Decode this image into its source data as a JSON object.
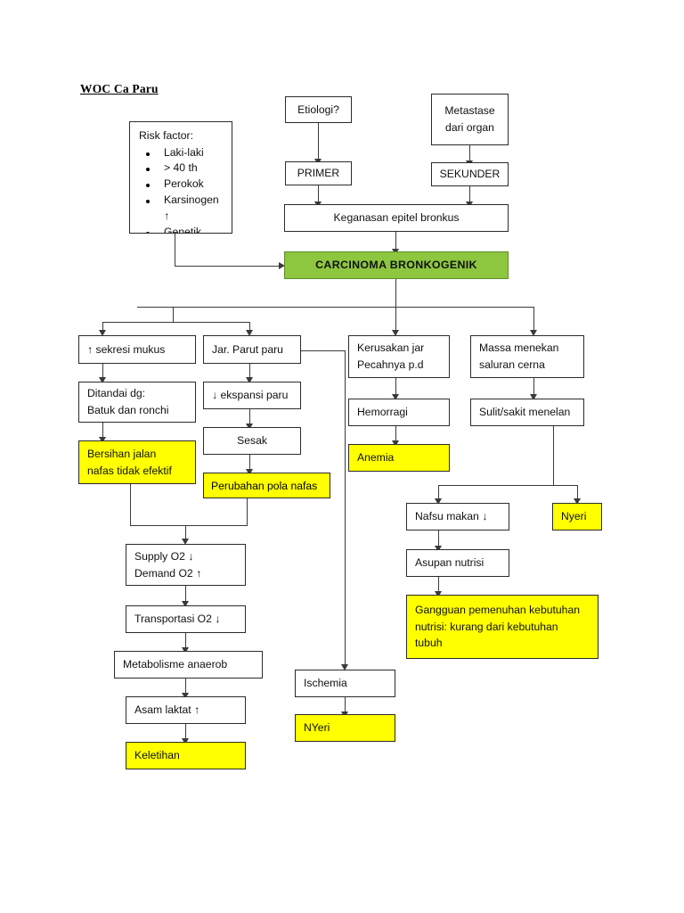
{
  "document": {
    "title": "WOC Ca Paru"
  },
  "colors": {
    "highlight_yellow": "#FFFF00",
    "primary_green": "#8DC63F",
    "box_border": "#2b2b2b",
    "connector": "#3a3a3a",
    "background": "#FFFFFF"
  },
  "risk_factor": {
    "heading": "Risk factor:",
    "items": [
      "Laki-laki",
      "> 40 th",
      "Perokok",
      "Karsinogen",
      "↑",
      "Genetik"
    ]
  },
  "nodes": {
    "etiologi": "Etiologi?",
    "primer": "PRIMER",
    "metastase_l1": "Metastase",
    "metastase_l2": "dari organ",
    "sekunder": "SEKUNDER",
    "keganasan": "Keganasan epitel bronkus",
    "carcinoma": "CARCINOMA BRONKOGENIK",
    "sekresi_mukus": "↑ sekresi mukus",
    "ditandai_l1": "Ditandai dg:",
    "ditandai_l2": "Batuk dan ronchi",
    "bersihan_l1": "Bersihan jalan",
    "bersihan_l2": "nafas tidak efektif",
    "jar_parut": "Jar. Parut  paru",
    "ekspansi": "↓ ekspansi paru",
    "sesak": "Sesak",
    "perubahan_pola": "Perubahan pola nafas",
    "kerusakan_l1": "Kerusakan jar",
    "kerusakan_l2": "Pecahnya p.d",
    "hemorragi": "Hemorragi",
    "anemia": "Anemia",
    "massa_l1": "Massa menekan",
    "massa_l2": "saluran cerna",
    "sulit_menelan": "Sulit/sakit menelan",
    "nafsu_makan": "Nafsu makan ↓",
    "nyeri_kanan": "Nyeri",
    "asupan_nutrisi": "Asupan nutrisi",
    "gangguan_l1": "Gangguan pemenuhan kebutuhan",
    "gangguan_l2": "nutrisi: kurang dari kebutuhan",
    "gangguan_l3": "tubuh",
    "supply_l1": "Supply O2 ↓",
    "supply_l2": "Demand O2  ↑",
    "transportasi": "Transportasi O2 ↓",
    "metabolisme": "Metabolisme anaerob",
    "asam_laktat": "Asam laktat  ↑",
    "keletihan": "Keletihan",
    "ischemia": "Ischemia",
    "nyeri_bawah": "NYeri"
  }
}
